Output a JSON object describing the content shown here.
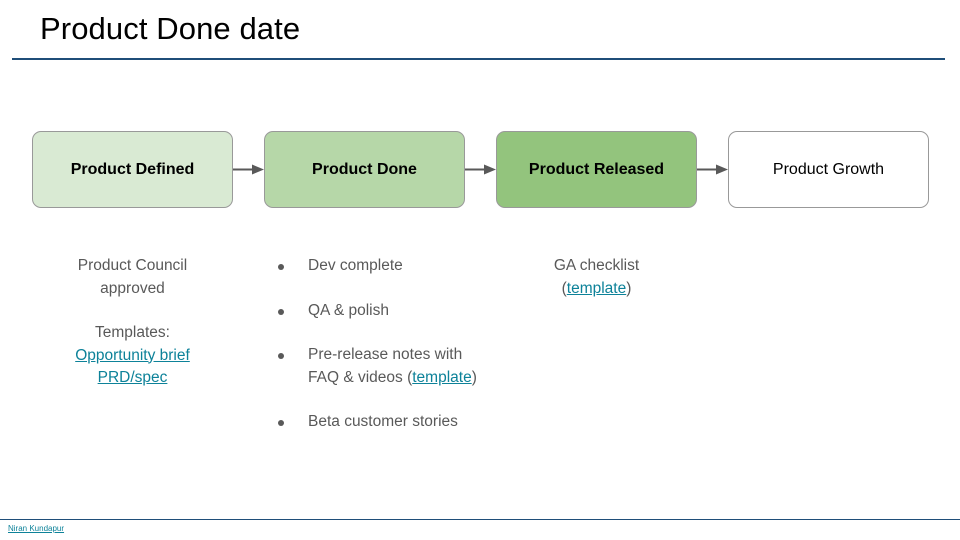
{
  "slide": {
    "title": "Product Done date",
    "accent_rule_color": "#1f4e79",
    "link_color": "#0d8299",
    "body_text_color": "#595959"
  },
  "flow": {
    "stages": [
      {
        "label": "Product Defined",
        "fill": "#d9ead3",
        "bold": true
      },
      {
        "label": "Product Done",
        "fill": "#b6d7a8",
        "bold": true
      },
      {
        "label": "Product Released",
        "fill": "#93c47d",
        "bold": true
      },
      {
        "label": "Product Growth",
        "fill": "#ffffff",
        "bold": false
      }
    ]
  },
  "columns": {
    "defined": {
      "line1": "Product Council",
      "line2": "approved",
      "templates_label": "Templates:",
      "links": [
        {
          "label": "Opportunity brief"
        },
        {
          "label": "PRD/spec"
        }
      ]
    },
    "done": {
      "bullets": [
        {
          "text": "Dev complete"
        },
        {
          "text": "QA & polish"
        },
        {
          "text_before": "Pre-release notes with FAQ & videos (",
          "link": "template",
          "text_after": ")"
        },
        {
          "text": "Beta customer stories"
        }
      ]
    },
    "released": {
      "line1": "GA checklist",
      "paren_open": "(",
      "link": "template",
      "paren_close": ")"
    }
  },
  "footer": {
    "credit": "Niran Kundapur"
  }
}
